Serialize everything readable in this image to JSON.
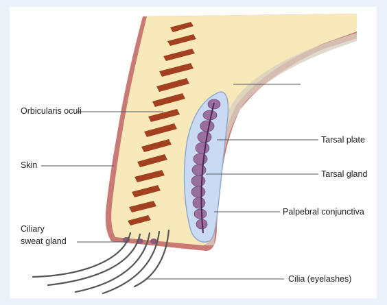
{
  "labels": {
    "orbicularis": "Orbicularis oculi",
    "skin": "Skin",
    "ciliary_line1": "Ciliary",
    "ciliary_line2": "sweat gland",
    "tarsal_plate": "Tarsal plate",
    "tarsal_gland": "Tarsal gland",
    "palpebral": "Palpebral conjunctiva",
    "cilia": "Cilia (eyelashes)"
  },
  "colors": {
    "background": "#eaf1f8",
    "panel": "#ffffff",
    "skin_edge": "#c97a74",
    "fat": "#f7e9b9",
    "muscle": "#a3401f",
    "tarsal_plate": "#c9daf2",
    "gland": "#9a6fa0",
    "leader": "#555555"
  }
}
